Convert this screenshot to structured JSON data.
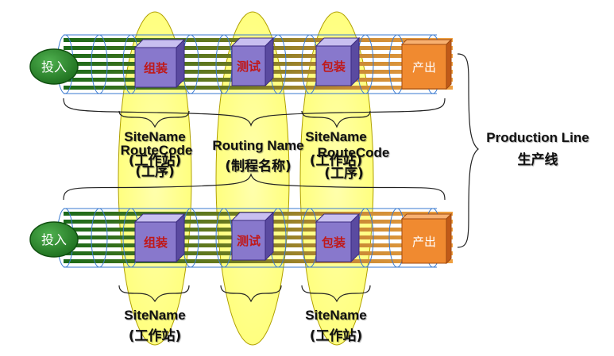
{
  "colors": {
    "green_line": "#1a6a1a",
    "orange_line": "#f0a040",
    "cube_face": "#8878cc",
    "cube_top": "#c8bff0",
    "cube_side": "#5a4aa0",
    "cube_text": "#c01818",
    "oval_fill": "#ffff66",
    "input_circle": "#2a8a2a",
    "output_box": "#f08a30"
  },
  "lines": [
    {
      "input_label": "投入",
      "stations": [
        "组装",
        "测试",
        "包装"
      ],
      "output_label": "产出"
    },
    {
      "input_label": "投入",
      "stations": [
        "组装",
        "测试",
        "包装"
      ],
      "output_label": "产出"
    }
  ],
  "labels": {
    "site_name_1_line1": "SiteName",
    "site_name_1_line2": "(工作站)",
    "route_code_1_line1": "RouteCode",
    "route_code_1_line2": "(工序)",
    "routing_name_line1": "Routing Name",
    "routing_name_line2": "(制程名称)",
    "site_name_2_line1": "SiteName",
    "site_name_2_line2": "(工作站)",
    "route_code_2_line1": "RouteCode",
    "route_code_2_line2": "(工序)",
    "production_line_en": "Production Line",
    "production_line_cn": "生产线",
    "bottom_site_name_1_line1": "SiteName",
    "bottom_site_name_1_line2": "(工作站)",
    "bottom_site_name_2_line1": "SiteName",
    "bottom_site_name_2_line2": "(工作站)"
  }
}
